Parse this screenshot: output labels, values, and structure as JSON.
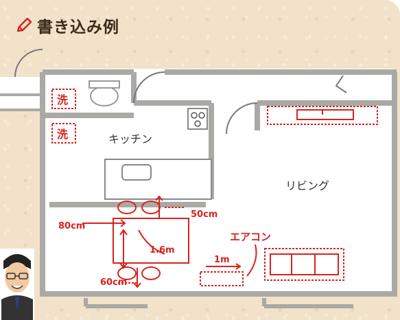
{
  "header": {
    "title": "書き込み例",
    "icon": "pencil-icon"
  },
  "floorplan": {
    "room_labels": {
      "kitchen": "キッチン",
      "living": "リビング"
    },
    "stamps": {
      "stamp_1": "洗",
      "stamp_2": "洗"
    },
    "measurements": {
      "top_width": "50cm",
      "left_width": "80cm",
      "table_length": "1.6m",
      "bottom_width": "60cm",
      "ac_label": "エアコン",
      "ac_distance": "1m"
    }
  },
  "colors": {
    "background": "#f1e2c9",
    "wall": "#aaa9a6",
    "annotation": "#d8221e"
  }
}
